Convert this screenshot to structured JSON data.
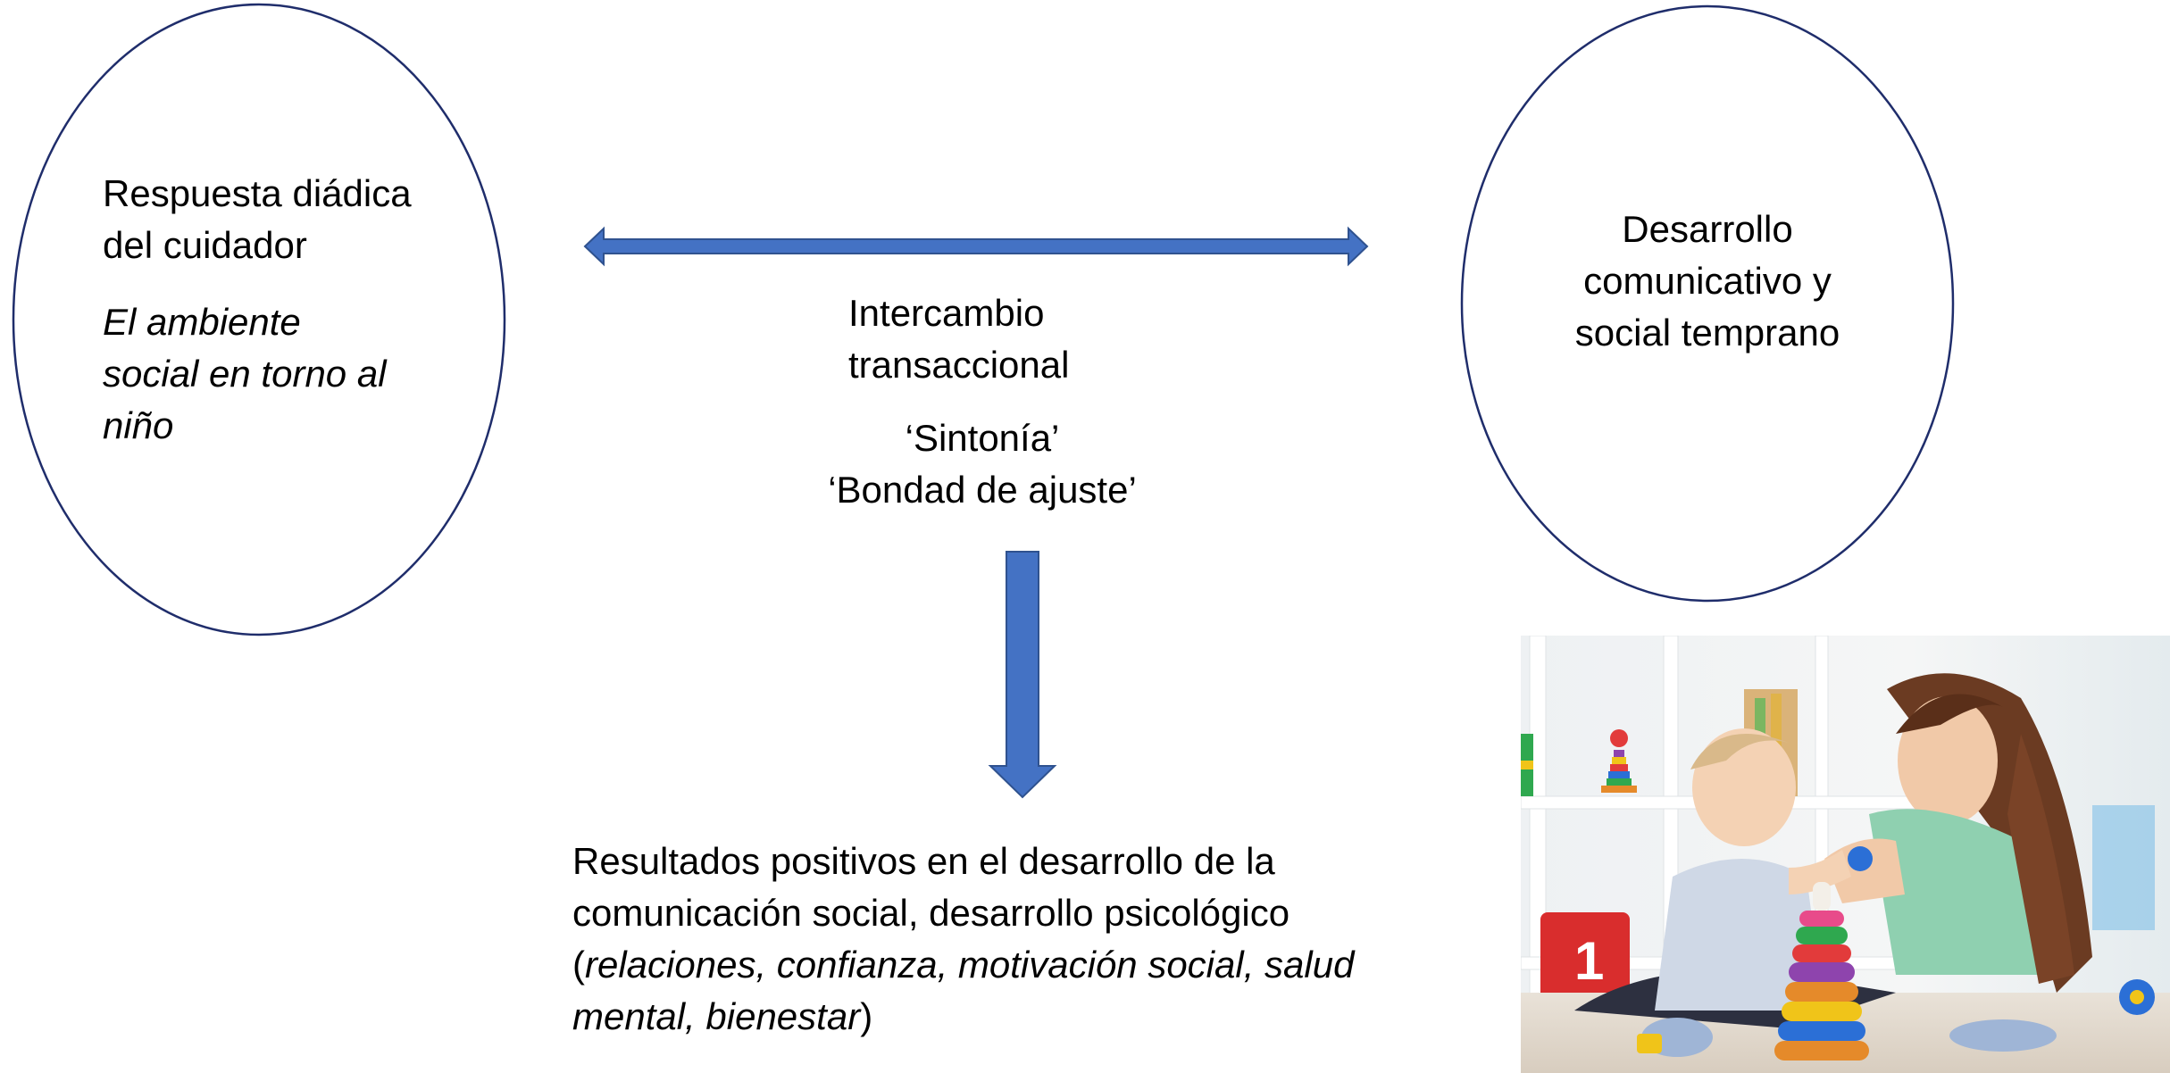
{
  "colors": {
    "ellipse_stroke": "#1F2D6B",
    "arrow_fill": "#4472C4",
    "arrow_stroke": "#2F528F"
  },
  "left_node": {
    "line1": "Respuesta diádica",
    "line2": "del cuidador",
    "italic1": "El ambiente",
    "italic2": "social en torno al",
    "italic3": "niño"
  },
  "right_node": {
    "line1": "Desarrollo",
    "line2": "comunicativo y",
    "line3": "social temprano"
  },
  "middle": {
    "line1": "Intercambio",
    "line2": "transaccional",
    "line3": "‘Sintonía’",
    "line4": "‘Bondad de ajuste’"
  },
  "outcome": {
    "line1": "Resultados positivos en el desarrollo de la",
    "line2": "comunicación social, desarrollo psicológico",
    "line3_open": "(",
    "line3_italic": "relaciones, confianza, motivación social, salud",
    "line4_italic": "mental, bienestar",
    "line4_close": ")"
  },
  "photo": {
    "icon": "mother-and-baby-playing-photo"
  }
}
